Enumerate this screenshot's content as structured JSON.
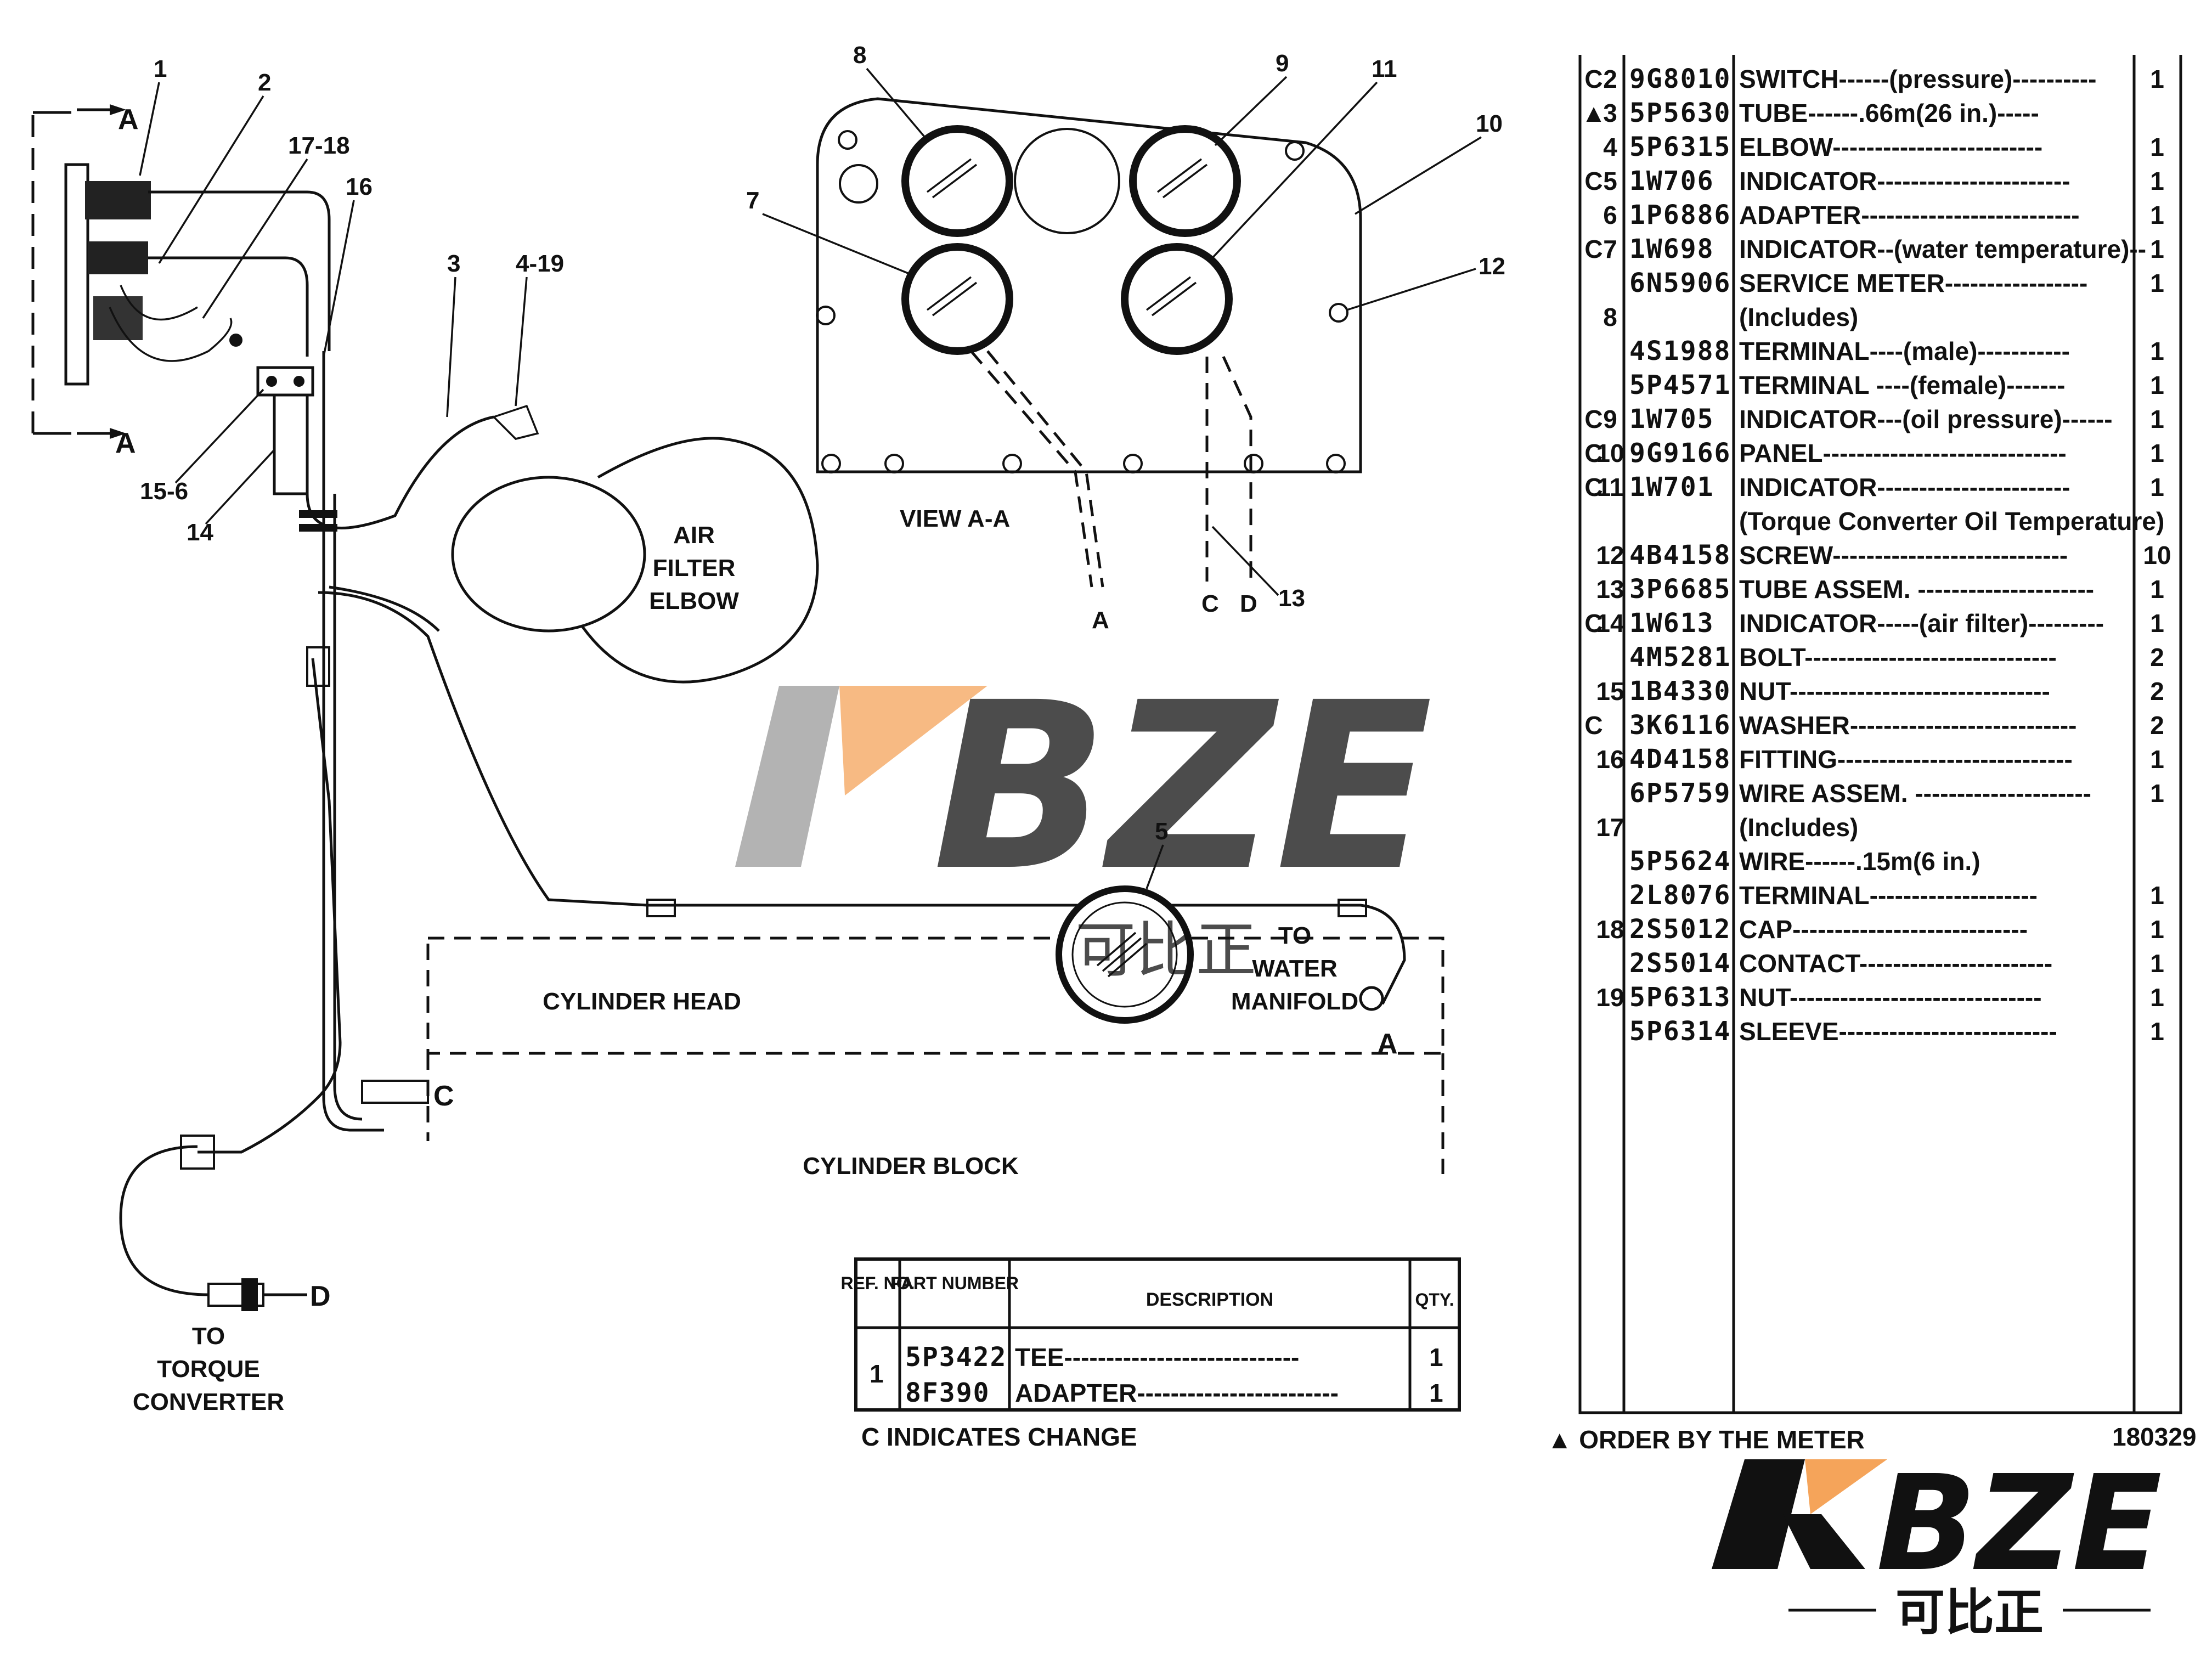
{
  "diagram": {
    "view_label": "VIEW A-A",
    "labels": {
      "air_filter_elbow": [
        "AIR",
        "FILTER",
        "ELBOW"
      ],
      "cylinder_head": "CYLINDER HEAD",
      "cylinder_block": "CYLINDER BLOCK",
      "to_water_manifold": [
        "TO",
        "WATER",
        "MANIFOLD"
      ],
      "to_torque_converter": [
        "TO",
        "TORQUE",
        "CONVERTER"
      ],
      "section_a": "A",
      "conn_c": "C",
      "conn_d": "D"
    },
    "callouts": [
      "1",
      "2",
      "17-18",
      "16",
      "3",
      "4-19",
      "15-6",
      "14",
      "5",
      "7",
      "8",
      "9",
      "11",
      "10",
      "12",
      "13"
    ]
  },
  "parts_table": {
    "rows": [
      {
        "change": "C",
        "ref": "2",
        "part": "9G8010",
        "desc": "SWITCH------(pressure)----------",
        "qty": "1"
      },
      {
        "change": "▲",
        "ref": "3",
        "part": "5P5630",
        "desc": "TUBE------.66m(26 in.)-----",
        "qty": ""
      },
      {
        "change": "",
        "ref": "4",
        "part": "5P6315",
        "desc": "ELBOW-------------------------",
        "qty": "1"
      },
      {
        "change": "C",
        "ref": "5",
        "part": "1W706",
        "desc": "INDICATOR-----------------------",
        "qty": "1"
      },
      {
        "change": "",
        "ref": "6",
        "part": "1P6886",
        "desc": "ADAPTER--------------------------",
        "qty": "1"
      },
      {
        "change": "C",
        "ref": "7",
        "part": "1W698",
        "desc": "INDICATOR--(water temperature)--",
        "qty": "1"
      },
      {
        "change": "",
        "ref": "",
        "part": "6N5906",
        "desc": "SERVICE METER-----------------",
        "qty": "1"
      },
      {
        "change": "",
        "ref": "8",
        "part": "",
        "desc": "(Includes)",
        "qty": ""
      },
      {
        "change": "",
        "ref": "",
        "part": "4S1988",
        "desc": "TERMINAL----(male)-----------",
        "qty": "1"
      },
      {
        "change": "",
        "ref": "",
        "part": "5P4571",
        "desc": "TERMINAL ----(female)-------",
        "qty": "1"
      },
      {
        "change": "C",
        "ref": "9",
        "part": "1W705",
        "desc": "INDICATOR---(oil pressure)------",
        "qty": "1"
      },
      {
        "change": "C",
        "ref": "10",
        "part": "9G9166",
        "desc": "PANEL-----------------------------",
        "qty": "1"
      },
      {
        "change": "C",
        "ref": "11",
        "part": "1W701",
        "desc": "INDICATOR-----------------------",
        "qty": "1"
      },
      {
        "change": "",
        "ref": "",
        "part": "",
        "desc": "(Torque Converter Oil Temperature)",
        "qty": ""
      },
      {
        "change": "",
        "ref": "12",
        "part": "4B4158",
        "desc": "SCREW----------------------------",
        "qty": "10"
      },
      {
        "change": "",
        "ref": "13",
        "part": "3P6685",
        "desc": "TUBE ASSEM. ---------------------",
        "qty": "1"
      },
      {
        "change": "C",
        "ref": "14",
        "part": "1W613",
        "desc": "INDICATOR-----(air filter)---------",
        "qty": "1"
      },
      {
        "change": "",
        "ref": "",
        "part": "4M5281",
        "desc": "BOLT------------------------------",
        "qty": "2"
      },
      {
        "change": "",
        "ref": "15",
        "part": "1B4330",
        "desc": "NUT-------------------------------",
        "qty": "2"
      },
      {
        "change": "C",
        "ref": "",
        "part": "3K6116",
        "desc": "WASHER---------------------------",
        "qty": "2"
      },
      {
        "change": "",
        "ref": "16",
        "part": "4D4158",
        "desc": "FITTING----------------------------",
        "qty": "1"
      },
      {
        "change": "",
        "ref": "",
        "part": "6P5759",
        "desc": "WIRE ASSEM. ---------------------",
        "qty": "1"
      },
      {
        "change": "",
        "ref": "17",
        "part": "",
        "desc": "(Includes)",
        "qty": ""
      },
      {
        "change": "",
        "ref": "",
        "part": "5P5624",
        "desc": "WIRE------.15m(6 in.)",
        "qty": ""
      },
      {
        "change": "",
        "ref": "",
        "part": "2L8076",
        "desc": "TERMINAL--------------------",
        "qty": "1"
      },
      {
        "change": "",
        "ref": "18",
        "part": "2S5012",
        "desc": "CAP----------------------------",
        "qty": "1"
      },
      {
        "change": "",
        "ref": "",
        "part": "2S5014",
        "desc": "CONTACT-----------------------",
        "qty": "1"
      },
      {
        "change": "",
        "ref": "19",
        "part": "5P6313",
        "desc": "NUT------------------------------",
        "qty": "1"
      },
      {
        "change": "",
        "ref": "",
        "part": "5P6314",
        "desc": "SLEEVE--------------------------",
        "qty": "1"
      }
    ]
  },
  "small_table": {
    "headers": [
      "REF. NO.",
      "PART NUMBER",
      "DESCRIPTION",
      "QTY."
    ],
    "ref": "1",
    "rows": [
      {
        "part": "5P3422",
        "desc": "TEE----------------------------",
        "qty": "1"
      },
      {
        "part": "8F390",
        "desc": "ADAPTER------------------------",
        "qty": "1"
      }
    ]
  },
  "notes": {
    "change": "C INDICATES CHANGE",
    "order_by_meter": "▲ ORDER BY THE METER",
    "drawing_number": "180329"
  },
  "watermark": {
    "text": "KBZE",
    "chinese": "可比正",
    "accent_color": "#f5a45a",
    "brand_color": "#111111",
    "gray_color": "#9a9a9a"
  }
}
